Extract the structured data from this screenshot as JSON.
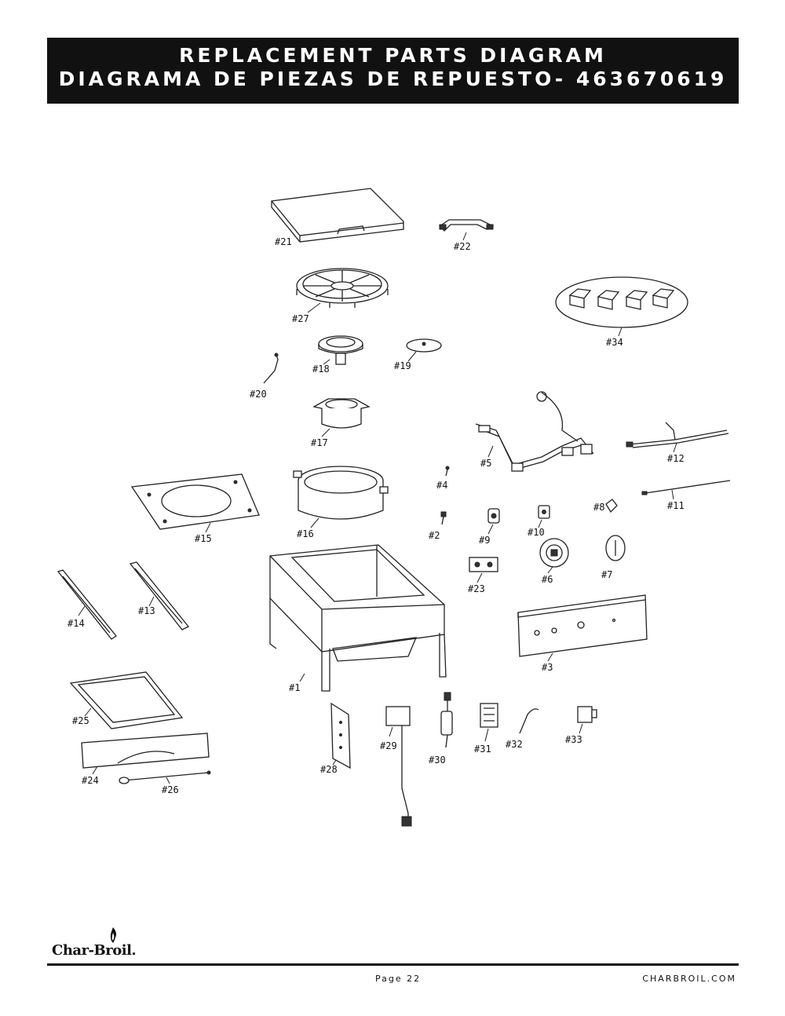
{
  "header": {
    "title_en": "REPLACEMENT PARTS DIAGRAM",
    "title_es": "DIAGRAMA DE PIEZAS DE REPUESTO- 463670619"
  },
  "parts": [
    {
      "id": "21",
      "label": "#21"
    },
    {
      "id": "22",
      "label": "#22"
    },
    {
      "id": "27",
      "label": "#27"
    },
    {
      "id": "34",
      "label": "#34"
    },
    {
      "id": "18",
      "label": "#18"
    },
    {
      "id": "19",
      "label": "#19"
    },
    {
      "id": "20",
      "label": "#20"
    },
    {
      "id": "17",
      "label": "#17"
    },
    {
      "id": "5",
      "label": "#5"
    },
    {
      "id": "12",
      "label": "#12"
    },
    {
      "id": "4",
      "label": "#4"
    },
    {
      "id": "11",
      "label": "#11"
    },
    {
      "id": "15",
      "label": "#15"
    },
    {
      "id": "16",
      "label": "#16"
    },
    {
      "id": "2",
      "label": "#2"
    },
    {
      "id": "9",
      "label": "#9"
    },
    {
      "id": "10",
      "label": "#10"
    },
    {
      "id": "8",
      "label": "#8"
    },
    {
      "id": "23",
      "label": "#23"
    },
    {
      "id": "6",
      "label": "#6"
    },
    {
      "id": "7",
      "label": "#7"
    },
    {
      "id": "14",
      "label": "#14"
    },
    {
      "id": "13",
      "label": "#13"
    },
    {
      "id": "3",
      "label": "#3"
    },
    {
      "id": "1",
      "label": "#1"
    },
    {
      "id": "25",
      "label": "#25"
    },
    {
      "id": "29",
      "label": "#29"
    },
    {
      "id": "30",
      "label": "#30"
    },
    {
      "id": "31",
      "label": "#31"
    },
    {
      "id": "32",
      "label": "#32"
    },
    {
      "id": "33",
      "label": "#33"
    },
    {
      "id": "28",
      "label": "#28"
    },
    {
      "id": "24",
      "label": "#24"
    },
    {
      "id": "26",
      "label": "#26"
    }
  ],
  "footer": {
    "brand": "Char-Broil.",
    "page": "Page 22",
    "url": "CHARBROIL.COM"
  }
}
